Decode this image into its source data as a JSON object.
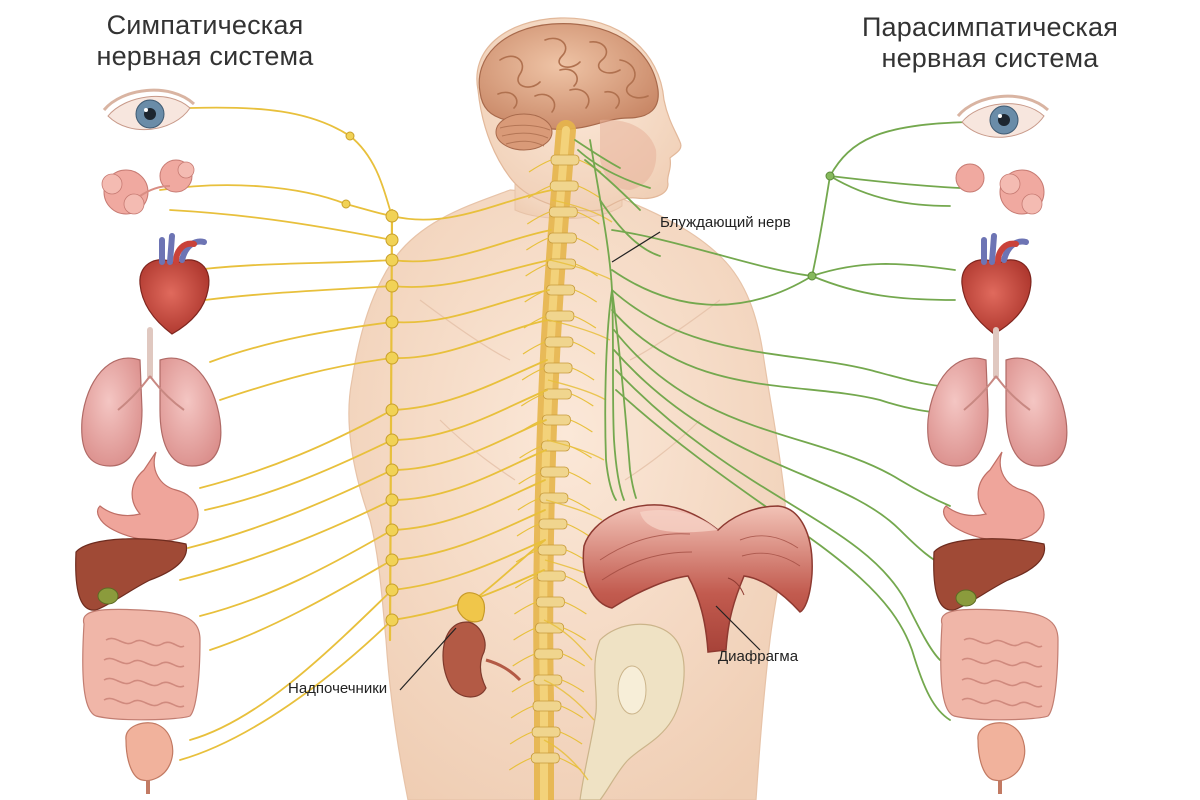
{
  "titles": {
    "sympathetic": "Симпатическая\nнервная система",
    "parasympathetic": "Парасимпатическая\nнервная система"
  },
  "labels": {
    "vagus_nerve": "Блуждающий нерв",
    "adrenal_glands": "Надпочечники",
    "diaphragm": "Диафрагма"
  },
  "colors": {
    "sympathetic_nerve": "#e8c03c",
    "parasympathetic_nerve": "#74a84e",
    "spinal_cord": "#e6b54a",
    "skin": "#f6dcc6",
    "organ_pink": "#e9a3a0",
    "organ_red": "#c2473f",
    "liver_brown": "#a04a36"
  },
  "organs_left": [
    "eye-icon",
    "salivary-gland-icon",
    "heart-icon",
    "lungs-icon",
    "stomach-icon",
    "liver-icon",
    "intestines-icon",
    "bladder-icon"
  ],
  "organs_right": [
    "eye-icon",
    "salivary-gland-icon",
    "heart-icon",
    "lungs-icon",
    "stomach-icon",
    "liver-icon",
    "intestines-icon",
    "bladder-icon"
  ]
}
